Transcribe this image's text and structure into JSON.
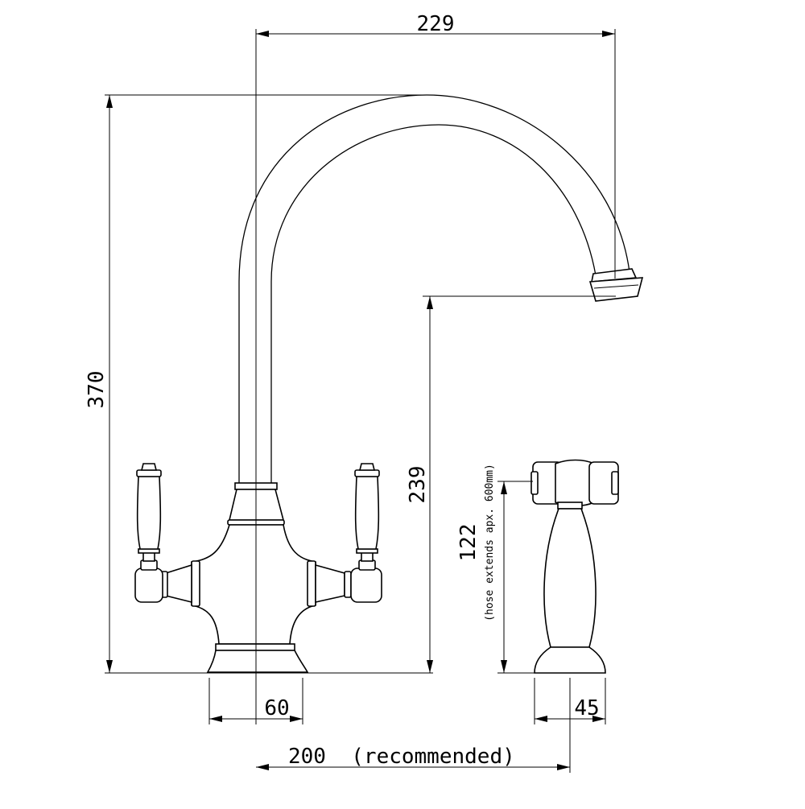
{
  "dimensions": {
    "spout_reach": "229",
    "total_height": "370",
    "spout_height": "239",
    "handle_spacing": "60",
    "centre_distance": "200  (recommended)",
    "spray_height": "122",
    "hose_note": "(hose extends apx. 600mm)",
    "spray_base": "45"
  }
}
